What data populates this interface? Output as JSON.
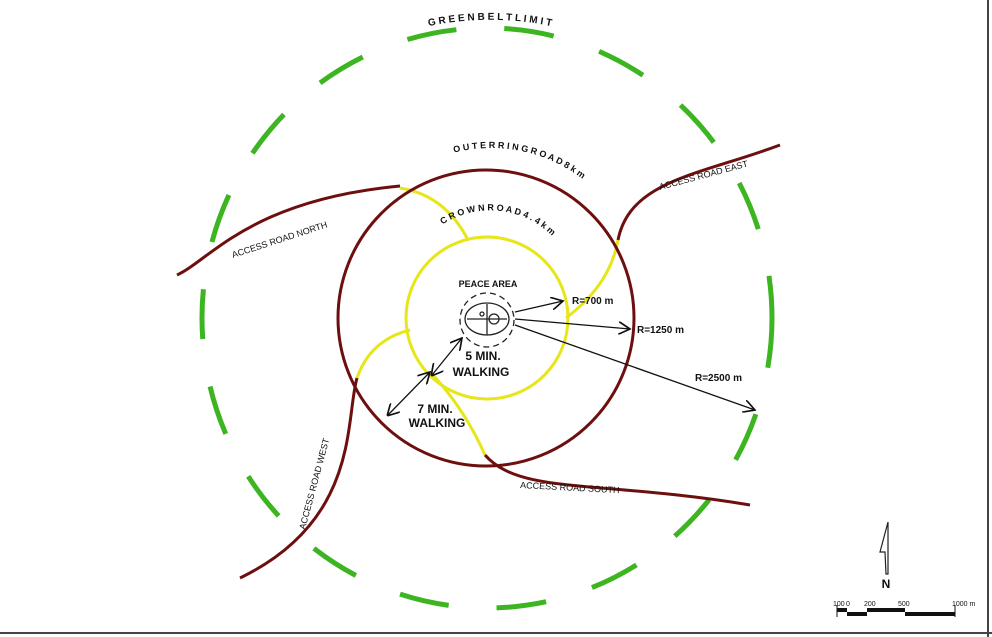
{
  "labels": {
    "green_belt": "G R E E N   B E L T   L I M I T",
    "outer_ring": "O U T E R   R I N G   R O A D   8   k m",
    "crown_road": "C R O W N   R O A D   4 . 4   k m",
    "peace_area": "PEACE AREA",
    "r700": "R=700 m",
    "r1250": "R=1250 m",
    "r2500": "R=2500 m",
    "walk5_a": "5 MIN.",
    "walk5_b": "WALKING",
    "walk7_a": "7 MIN.",
    "walk7_b": "WALKING",
    "access_north": "ACCESS ROAD NORTH",
    "access_east": "ACCESS ROAD EAST",
    "access_south": "ACCESS ROAD SOUTH",
    "access_west": "ACCESS ROAD WEST",
    "north": "N"
  },
  "scale": {
    "ticks": [
      "100",
      "0",
      "200",
      "500",
      "1000 m"
    ]
  },
  "colors": {
    "green_belt": "#3cb521",
    "ring_road": "#6e0f0f",
    "crown": "#e6e619"
  }
}
